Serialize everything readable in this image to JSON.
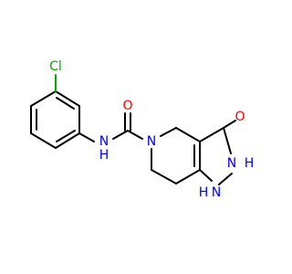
{
  "molecule": {
    "atoms": {
      "chlorine": "Cl",
      "amide_nh": "N\nH",
      "carbonyl_o": "O",
      "ring_n": "N",
      "hydroxy_o": "O",
      "pyrazole_nh2": "N",
      "pyrazole_h2": "H",
      "pyrazole_nh1": "N",
      "pyrazole_h1": "H",
      "nh_n": "N",
      "nh_h": "H"
    },
    "colors": {
      "carbon_bond": "#000000",
      "nitrogen": "#0000ff",
      "oxygen": "#ff0000",
      "chlorine": "#00b000"
    }
  }
}
